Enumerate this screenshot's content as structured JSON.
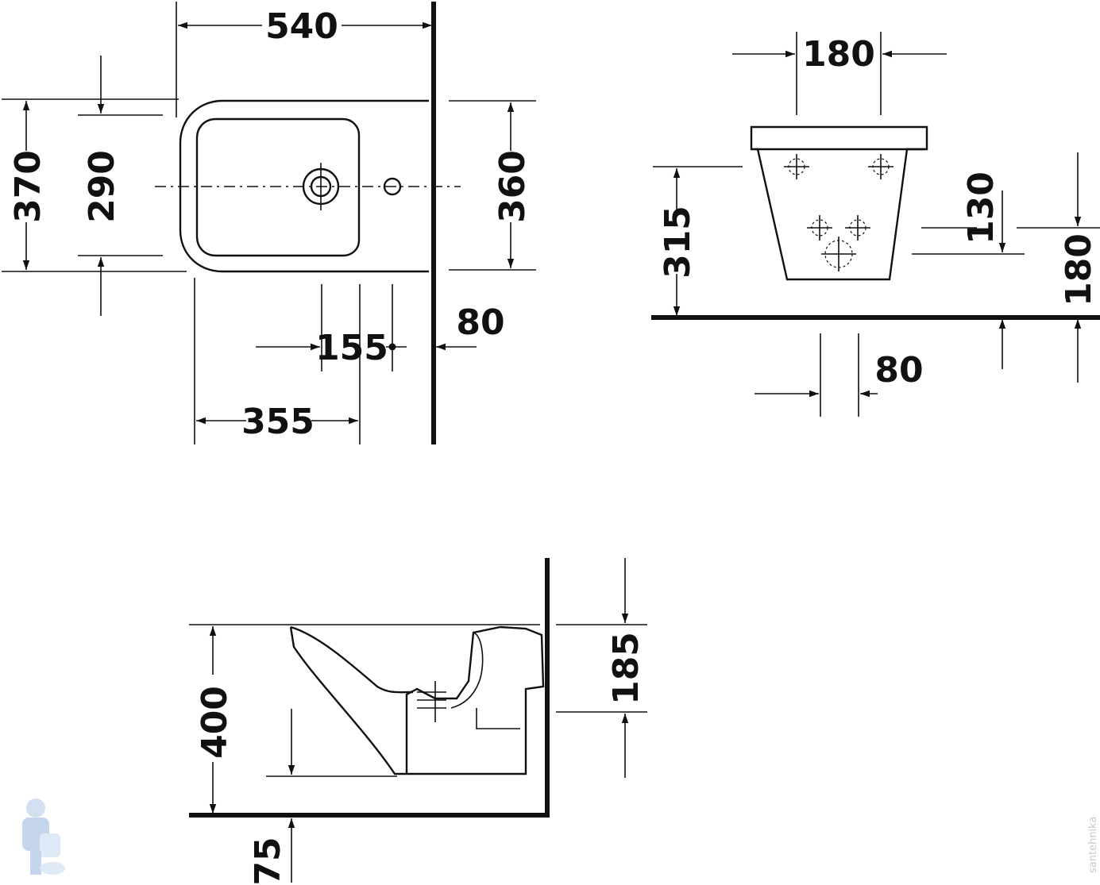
{
  "top_view": {
    "dimensions": {
      "width": "540",
      "outer_height": "370",
      "inner_height": "290",
      "wall_height": "360",
      "tap_hole_offset": "155",
      "wall_gap": "80",
      "drain_offset": "355"
    }
  },
  "wall_view": {
    "dimensions": {
      "bolt_spacing": "180",
      "height_from_floor": "315",
      "fitting_spacing": "130",
      "fitting_height": "180",
      "drain_spacing": "80"
    }
  },
  "side_view": {
    "dimensions": {
      "rim_height": "400",
      "connection_height": "185",
      "floor_offset": "75"
    }
  },
  "watermark": {
    "text": "santehnika"
  }
}
